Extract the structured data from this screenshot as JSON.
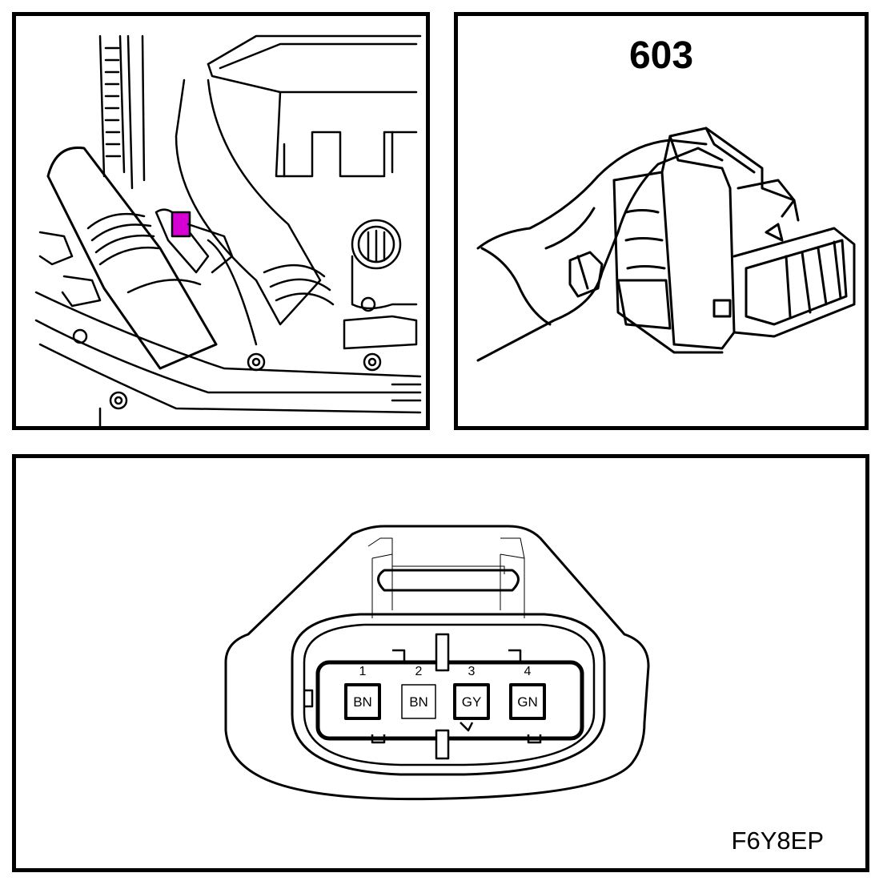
{
  "connector_panel": {
    "connector_number": "603"
  },
  "pinout_panel": {
    "figure_code": "F6Y8EP",
    "pins": [
      {
        "number": "1",
        "color": "BN"
      },
      {
        "number": "2",
        "color": "BN"
      },
      {
        "number": "3",
        "color": "GY"
      },
      {
        "number": "4",
        "color": "GN"
      }
    ]
  },
  "colors": {
    "highlight": "#d400d4",
    "line": "#000000"
  }
}
